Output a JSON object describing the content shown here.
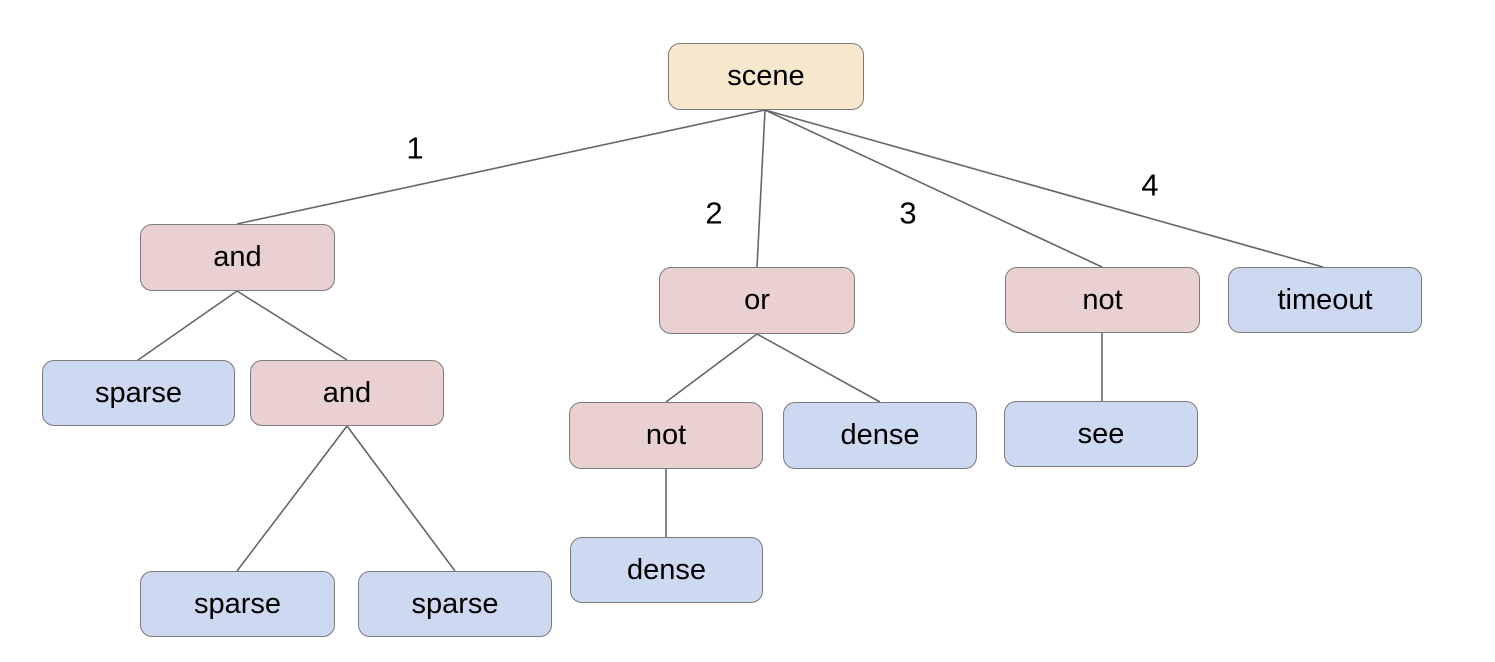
{
  "diagram": {
    "type": "tree",
    "colors": {
      "root_fill": "#f6e7cd",
      "operator_fill": "#e8d1d0",
      "leaf_fill": "#cdd9f1",
      "node_border": "#7b7b7b",
      "edge_line": "#666666",
      "text": "#000000",
      "background": "#ffffff"
    },
    "tree": {
      "label": "scene",
      "type": "root",
      "children": [
        {
          "edge_label": "1",
          "label": "and",
          "type": "operator",
          "children": [
            {
              "label": "sparse",
              "type": "leaf",
              "children": []
            },
            {
              "label": "and",
              "type": "operator",
              "children": [
                {
                  "label": "sparse",
                  "type": "leaf",
                  "children": []
                },
                {
                  "label": "sparse",
                  "type": "leaf",
                  "children": []
                }
              ]
            }
          ]
        },
        {
          "edge_label": "2",
          "label": "or",
          "type": "operator",
          "children": [
            {
              "label": "not",
              "type": "operator",
              "children": [
                {
                  "label": "dense",
                  "type": "leaf",
                  "children": []
                }
              ]
            },
            {
              "label": "dense",
              "type": "leaf",
              "children": []
            }
          ]
        },
        {
          "edge_label": "3",
          "label": "not",
          "type": "operator",
          "children": [
            {
              "label": "see",
              "type": "leaf",
              "children": []
            }
          ]
        },
        {
          "edge_label": "4",
          "label": "timeout",
          "type": "leaf",
          "children": []
        }
      ]
    }
  }
}
